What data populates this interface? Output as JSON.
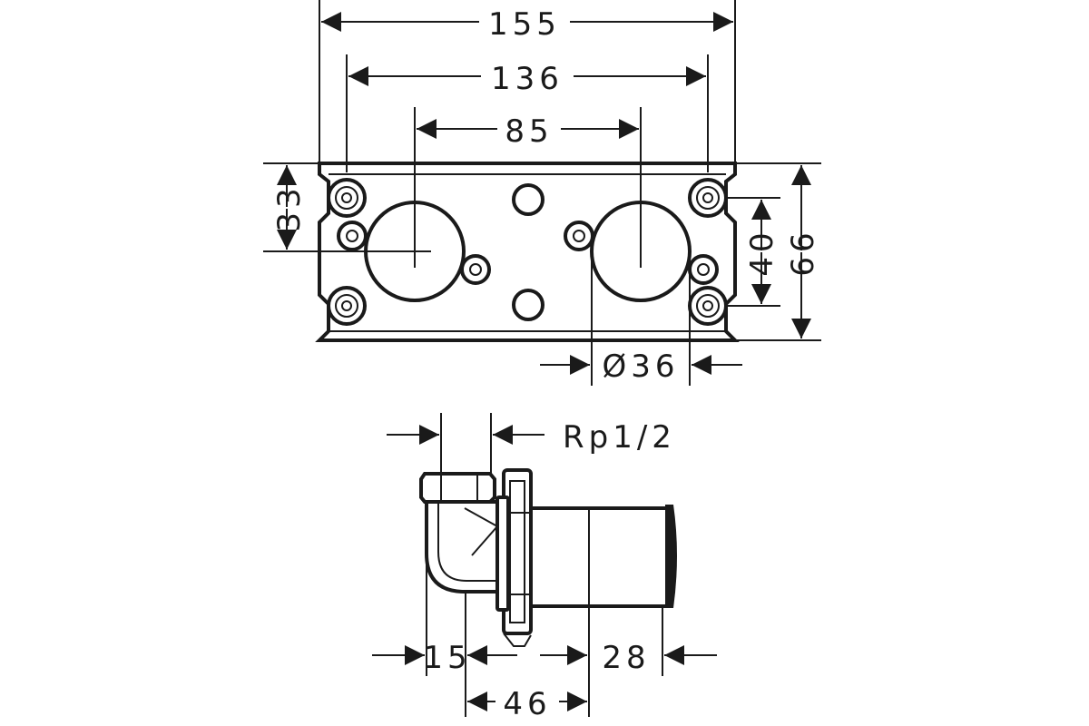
{
  "drawing": {
    "dimensions": {
      "overall_width": "155",
      "fixing_span": "136",
      "outlet_spacing": "85",
      "left_offset": "33",
      "fixing_height": "40",
      "overall_height": "66",
      "outlet_diameter": "Ø36",
      "thread": "Rp1/2",
      "depth_front": "15",
      "depth_body": "46",
      "depth_cap": "28"
    },
    "colors": {
      "line": "#1a1a1a",
      "background": "#ffffff"
    }
  }
}
